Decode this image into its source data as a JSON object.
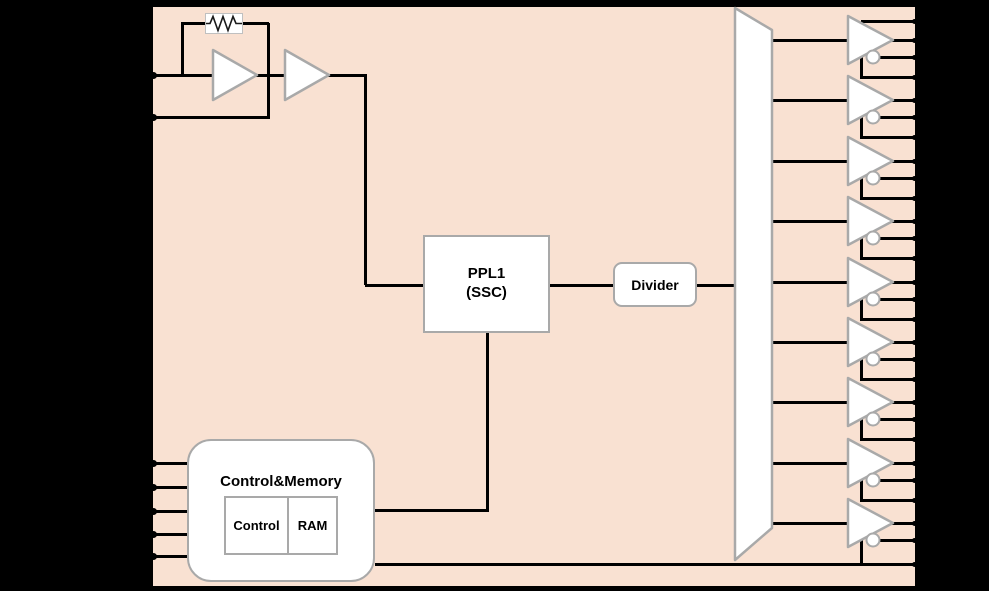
{
  "diagram_title": "clock-generator-block-diagram",
  "blocks": {
    "pll": {
      "line1": "PPL1",
      "line2": "(SSC)"
    },
    "divider": {
      "label": "Divider"
    },
    "control_memory": {
      "title": "Control&Memory",
      "control_label": "Control",
      "ram_label": "RAM"
    }
  },
  "crystal_oscillator": {
    "amplifier_count": 2,
    "has_feedback_resistor": true,
    "input_pin_count": 2
  },
  "output_stage": {
    "buffer_count": 9,
    "buffers_inverting_bubble": true,
    "pad_lines_per_buffer": 3
  },
  "control_input_pin_count": 5,
  "colors": {
    "chip_fill": "#f9e1d2",
    "canvas_bg": "#000000",
    "wire": "#000000",
    "shape_stroke": "#a9a9a9",
    "shape_fill": "#ffffff"
  }
}
